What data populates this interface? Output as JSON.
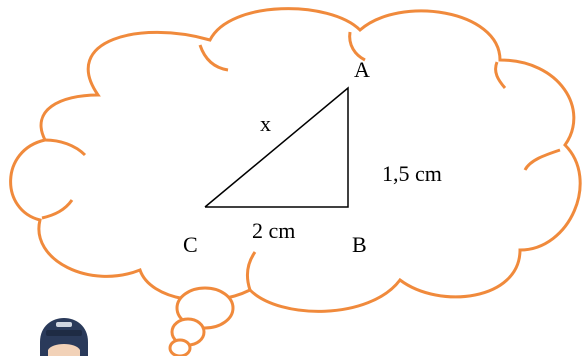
{
  "diagram": {
    "vertices": {
      "a": "A",
      "b": "B",
      "c": "C"
    },
    "sides": {
      "hypotenuse": "x",
      "ab": "1,5 cm",
      "cb": "2 cm"
    }
  },
  "colors": {
    "cloud_stroke": "#f08a3c",
    "cloud_fill": "#ffffff",
    "triangle": "#000000",
    "text": "#000000"
  },
  "decorations": {
    "figure": "boy-with-cap-icon"
  }
}
